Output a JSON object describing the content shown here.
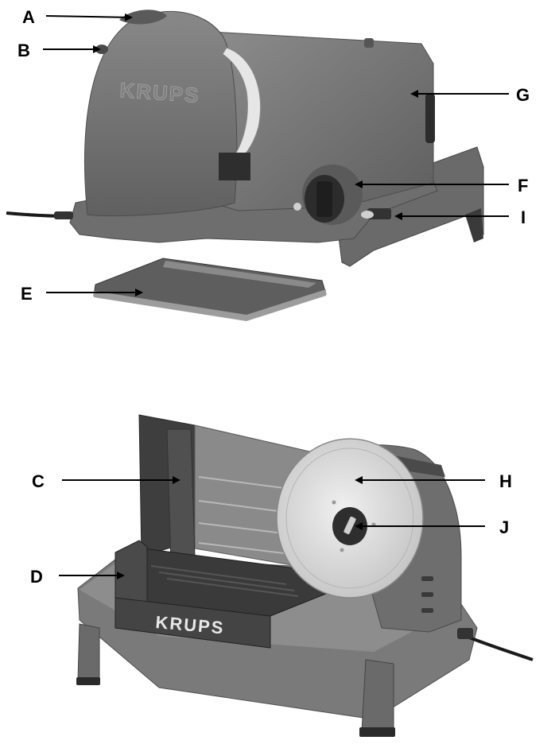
{
  "brand": "KRUPS",
  "colors": {
    "body": "#7a7a7a",
    "body_dark": "#555555",
    "body_light": "#9a9a9a",
    "blade": "#d8d8d8",
    "line": "#000000"
  },
  "callouts": {
    "A": "A",
    "B": "B",
    "C": "C",
    "D": "D",
    "E": "E",
    "F": "F",
    "G": "G",
    "H": "H",
    "I": "I",
    "J": "J"
  }
}
